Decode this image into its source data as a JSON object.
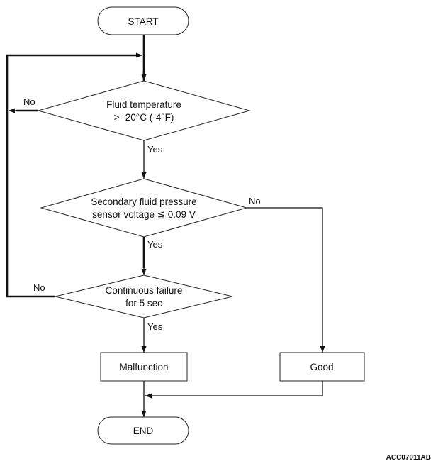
{
  "flowchart": {
    "start": "START",
    "end": "END",
    "decision_temperature": {
      "line1": "Fluid temperature",
      "line2": "> -20°C (-4°F)"
    },
    "decision_voltage": {
      "line1": "Secondary fluid pressure",
      "line2": "sensor voltage ≦ 0.09 V"
    },
    "decision_failure": {
      "line1": "Continuous failure",
      "line2": "for 5 sec"
    },
    "malfunction": "Malfunction",
    "good": "Good",
    "labels": {
      "temp_no": "No",
      "temp_yes": "Yes",
      "voltage_no": "No",
      "voltage_yes": "Yes",
      "failure_no": "No",
      "failure_yes": "Yes"
    }
  },
  "figure_id": "ACC07011AB"
}
